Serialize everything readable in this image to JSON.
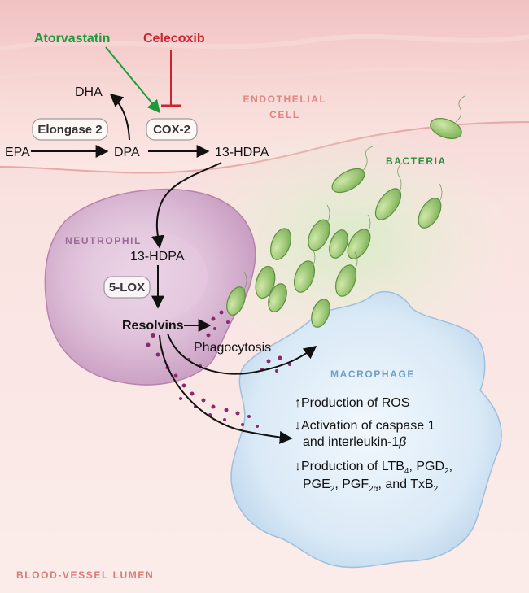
{
  "drugs": {
    "atorvastatin": "Atorvastatin",
    "celecoxib": "Celecoxib"
  },
  "regions": {
    "endothelial_line1": "ENDOTHELIAL",
    "endothelial_line2": "CELL",
    "bacteria": "BACTERIA",
    "neutrophil": "NEUTROPHIL",
    "macrophage": "MACROPHAGE",
    "lumen": "BLOOD-VESSEL LUMEN"
  },
  "molecules": {
    "dha": "DHA",
    "epa": "EPA",
    "dpa": "DPA",
    "hdpa_top": "13-HDPA",
    "hdpa_neutrophil": "13-HDPA",
    "resolvins": "Resolvins"
  },
  "enzymes": {
    "elongase": "Elongase 2",
    "cox2": "COX-2",
    "lox5": "5-LOX"
  },
  "process": {
    "phagocytosis": "Phagocytosis"
  },
  "effects": {
    "ros": "Production of ROS",
    "caspase_line1": "Activation of caspase 1",
    "caspase_line2": "and interleukin-1",
    "beta": "β",
    "lt_prefix": "Production of LTB",
    "lt_sub": "4",
    "pgd": ", PGD",
    "pgd_sub": "2",
    "pge": "PGE",
    "pge_sub": "2",
    "pgf": ", PGF",
    "pgf_sub": "2α",
    "txb": ", and TxB",
    "txb_sub": "2"
  },
  "colors": {
    "atorvastatin": "#1f9a3a",
    "celecoxib": "#cc2331",
    "endothelial_label": "#e0857f",
    "bacteria_label": "#2e8a3c",
    "neutrophil_label": "#9a6b9a",
    "macrophage_label": "#6d9fc7",
    "lumen_label": "#d67d78"
  }
}
